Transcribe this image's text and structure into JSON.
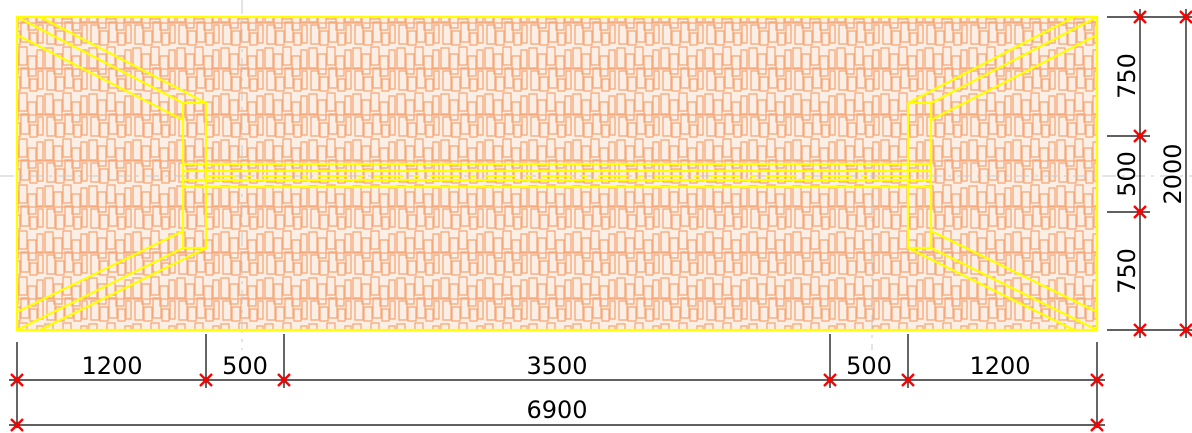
{
  "drawing": {
    "colors": {
      "outline": "#ffff00",
      "tile": "#f5a97a",
      "tile_base": "#fbeee4",
      "dimension": "#000000",
      "tick": "#ff0000",
      "centerline": "#c8c8c8"
    },
    "horizontal_dims": [
      "1200",
      "500",
      "3500",
      "500",
      "1200"
    ],
    "total_width": "6900",
    "vertical_dims": [
      "750",
      "500",
      "750"
    ],
    "total_height": "2000"
  }
}
